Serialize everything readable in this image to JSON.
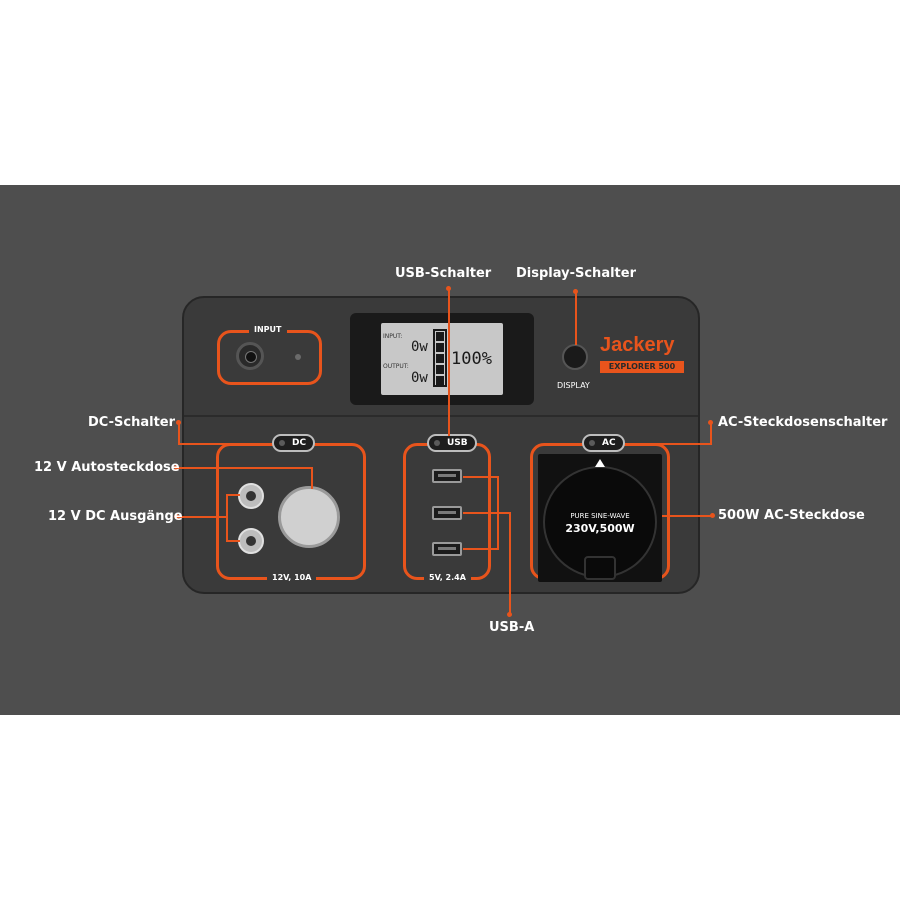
{
  "labels": {
    "usb_schalter": "USB-Schalter",
    "display_schalter": "Display-Schalter",
    "dc_schalter": "DC-Schalter",
    "ac_steckdosenschalter": "AC-Steckdosenschalter",
    "autosteckdose": "12 V Autosteckdose",
    "dc_ausgaenge": "12 V DC Ausgänge",
    "ac_steckdose": "500W AC-Steckdose",
    "usb_a": "USB-A"
  },
  "device": {
    "input_label": "INPUT",
    "display_label": "DISPLAY",
    "brand": "Jackery",
    "model": "EXPLORER 500",
    "lcd": {
      "input_label": "INPUT:",
      "output_label": "OUTPUT:",
      "input_value": "0w",
      "output_value": "0w",
      "battery": "100%"
    },
    "dc_pill": "DC",
    "usb_pill": "USB",
    "ac_pill": "AC",
    "dc_rating": "12V, 10A",
    "usb_rating": "5V, 2.4A",
    "ac_text_1": "PURE SINE-WAVE",
    "ac_text_2": "230V,500W"
  },
  "colors": {
    "accent": "#e8541c",
    "background": "#4e4e4e",
    "device": "#3a3a3a"
  },
  "icons": [
    "battery-icon",
    "socket-icon",
    "car-socket-icon",
    "dc-port-icon",
    "usb-port-icon"
  ]
}
